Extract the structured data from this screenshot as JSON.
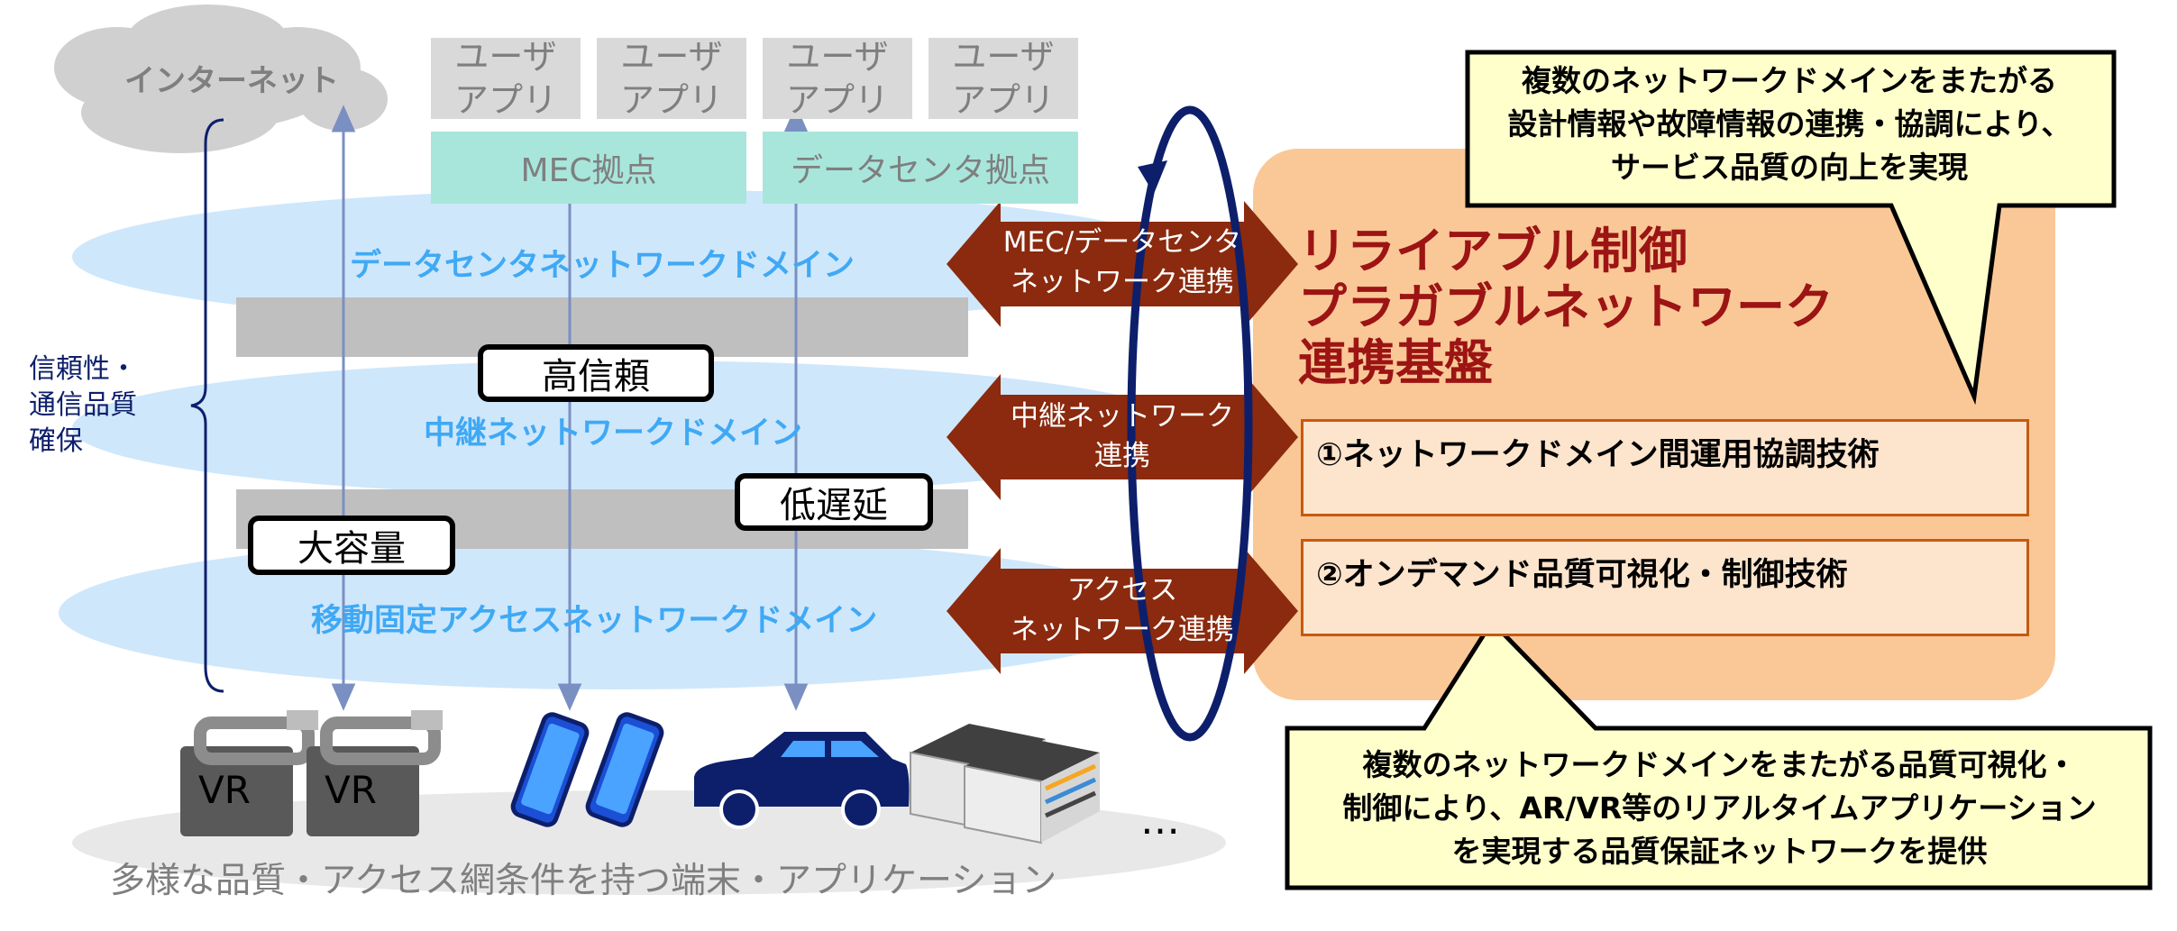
{
  "internet": {
    "label": "インターネット"
  },
  "user_apps": [
    {
      "line1": "ユーザ",
      "line2": "アプリ"
    },
    {
      "line1": "ユーザ",
      "line2": "アプリ"
    },
    {
      "line1": "ユーザ",
      "line2": "アプリ"
    },
    {
      "line1": "ユーザ",
      "line2": "アプリ"
    }
  ],
  "bases": {
    "mec": "MEC拠点",
    "datacenter": "データセンタ拠点"
  },
  "domains": {
    "datacenter": "データセンタネットワークドメイン",
    "relay": "中継ネットワークドメイン",
    "access": "移動固定アクセスネットワークドメイン"
  },
  "quality_tags": {
    "high_reliability": "高信頼",
    "low_latency": "低遅延",
    "large_capacity": "大容量"
  },
  "left_bracket": {
    "line1": "信頼性・",
    "line2": "通信品質",
    "line3": "確保"
  },
  "arrows": {
    "datacenter": {
      "line1": "MEC/データセンタ",
      "line2": "ネットワーク連携"
    },
    "relay": {
      "line1": "中継ネットワーク",
      "line2": "連携"
    },
    "access": {
      "line1": "アクセス",
      "line2": "ネットワーク連携"
    }
  },
  "platform": {
    "title_line1": "リライアブル制御",
    "title_line2": "プラガブルネットワーク",
    "title_line3": "連携基盤",
    "tech1": "①ネットワークドメイン間運用協調技術",
    "tech2": "②オンデマンド品質可視化・制御技術"
  },
  "callout_top": {
    "line1": "複数のネットワークドメインをまたがる",
    "line2": "設計情報や故障情報の連携・協調により、",
    "line3": "サービス品質の向上を実現"
  },
  "callout_bottom": {
    "line1": "複数のネットワークドメインをまたがる品質可視化・",
    "line2": "制御により、AR/VR等のリアルタイムアプリケーション",
    "line3": "を実現する品質保証ネットワークを提供"
  },
  "devices": {
    "vr_label": "VR",
    "ellipsis": "…"
  },
  "bottom_caption": "多様な品質・アクセス網条件を持つ端末・アプリケーション",
  "colors": {
    "domain_text": "#3fa9f5",
    "arrow": "#8b2a0e",
    "platform_bg": "#fac897",
    "platform_title": "#9c1414",
    "callout_bg": "#ffffcc",
    "loop": "#0d1f6b"
  }
}
